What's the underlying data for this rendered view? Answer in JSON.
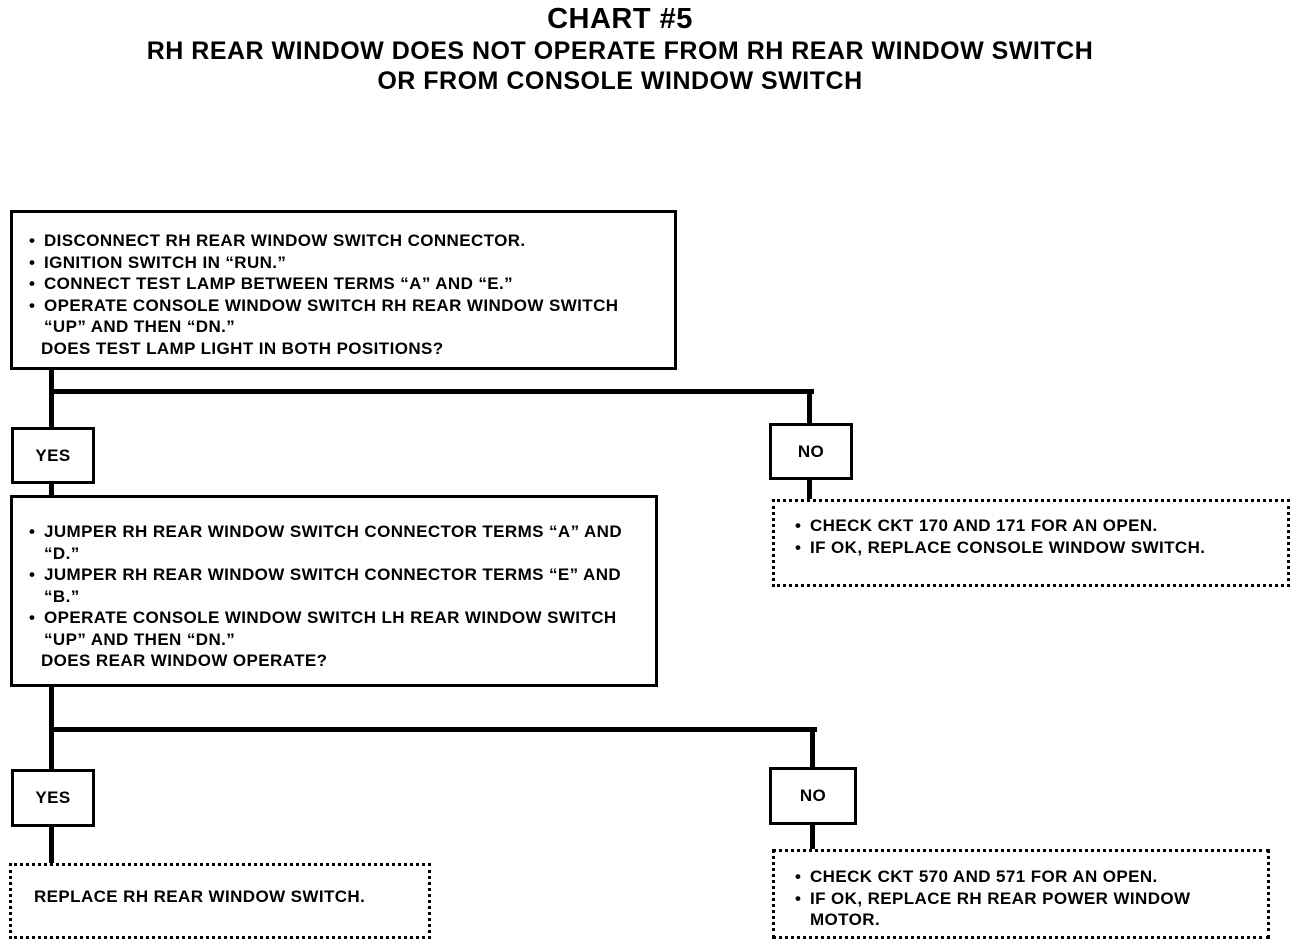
{
  "title": {
    "line1": "CHART #5",
    "line2": "RH REAR WINDOW DOES NOT OPERATE FROM RH REAR WINDOW SWITCH",
    "line3": "OR FROM CONSOLE WINDOW SWITCH"
  },
  "step1": {
    "bullets": [
      "DISCONNECT RH REAR WINDOW SWITCH CONNECTOR.",
      "IGNITION SWITCH IN “RUN.”",
      "CONNECT TEST LAMP BETWEEN TERMS “A” AND “E.”",
      "OPERATE CONSOLE WINDOW SWITCH RH REAR WINDOW SWITCH “UP” AND THEN “DN.”"
    ],
    "question": "DOES TEST LAMP LIGHT IN BOTH POSITIONS?"
  },
  "step1_yes": "YES",
  "step1_no": "NO",
  "step1_no_result": [
    "CHECK CKT 170 AND 171 FOR AN OPEN.",
    "IF OK, REPLACE CONSOLE WINDOW SWITCH."
  ],
  "step2": {
    "bullets": [
      "JUMPER RH REAR WINDOW SWITCH CONNECTOR TERMS “A” AND “D.”",
      "JUMPER RH REAR WINDOW SWITCH CONNECTOR TERMS “E” AND “B.”",
      "OPERATE CONSOLE WINDOW SWITCH LH REAR WINDOW SWITCH “UP” AND THEN “DN.”"
    ],
    "question": "DOES REAR WINDOW OPERATE?"
  },
  "step2_yes": "YES",
  "step2_no": "NO",
  "step2_yes_result": "REPLACE RH REAR WINDOW SWITCH.",
  "step2_no_result": [
    "CHECK CKT 570 AND 571 FOR AN OPEN.",
    "IF OK, REPLACE RH REAR POWER WINDOW MOTOR."
  ]
}
